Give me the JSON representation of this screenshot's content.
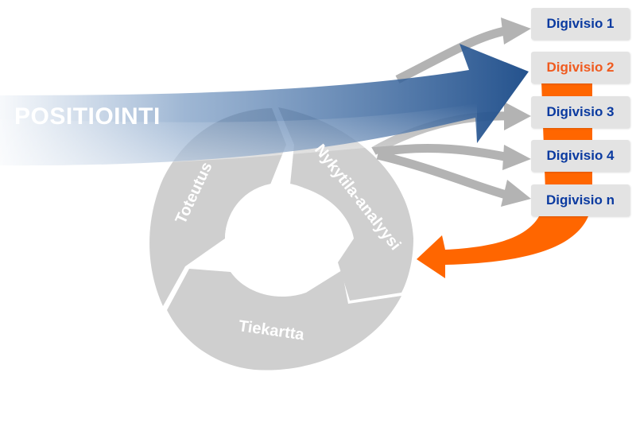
{
  "positioning_label": "POSITIOINTI",
  "cycle": {
    "segments": [
      "Nykytila-analyysi",
      "Tiekartta",
      "Toteutus"
    ]
  },
  "targets": [
    {
      "label": "Digivisio 1",
      "highlight": false
    },
    {
      "label": "Digivisio 2",
      "highlight": true
    },
    {
      "label": "Digivisio 3",
      "highlight": false
    },
    {
      "label": "Digivisio 4",
      "highlight": false
    },
    {
      "label": "Digivisio n",
      "highlight": false
    }
  ],
  "colors": {
    "cycle": "#cfcfcf",
    "arrows_grey": "#b3b3b3",
    "main_arrow": "#2d5b93",
    "orange": "#ff6600",
    "box_text": "#0a3aa0",
    "box_text_highlight": "#f05a1e"
  }
}
